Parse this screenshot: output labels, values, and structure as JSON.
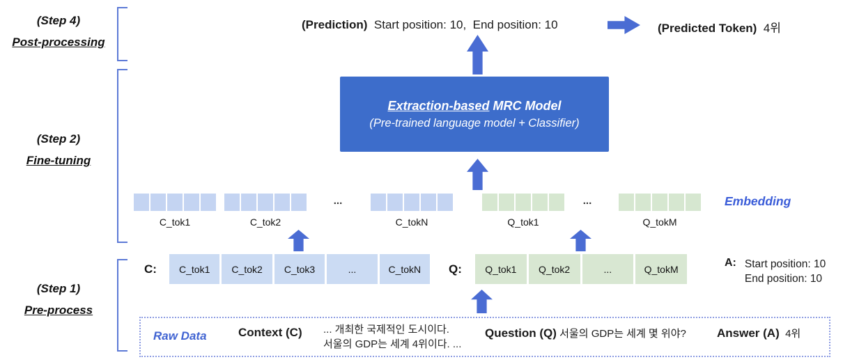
{
  "colors": {
    "arrow_blue": "#4a6cd3",
    "model_box_blue": "#3d6dcb",
    "bracket_blue": "#5c79d6",
    "context_cell_blue": "#cbdbf3",
    "context_square_blue": "#c4d4f2",
    "question_cell_green": "#d8e7d2",
    "question_square_green": "#d6e7d0",
    "accent_text_blue": "#3a5cd8",
    "dotted_border_blue": "#8d9ce2"
  },
  "steps": {
    "step4": {
      "line1": "(Step 4)",
      "line2": "Post-processing"
    },
    "step2": {
      "line1": "(Step 2)",
      "line2": "Fine-tuning"
    },
    "step1": {
      "line1": "(Step 1)",
      "line2": "Pre-process"
    }
  },
  "prediction": {
    "label": "(Prediction)",
    "value": "  Start position: 10,  End position: 10",
    "predicted_token_label": "(Predicted Token)",
    "predicted_token_value": "  4위"
  },
  "model_box": {
    "title_underlined": "Extraction-based",
    "title_rest": " MRC Model",
    "subtitle": "(Pre-trained language model + Classifier)"
  },
  "embedding": {
    "label": "Embedding",
    "group_labels": [
      "C_tok1",
      "C_tok2",
      "C_tokN",
      "Q_tok1",
      "Q_tokM"
    ],
    "ellipsis": "..."
  },
  "tokens": {
    "context_prefix": "C:",
    "context_cells": [
      "C_tok1",
      "C_tok2",
      "C_tok3",
      "...",
      "C_tokN"
    ],
    "question_prefix": "Q:",
    "question_cells": [
      "Q_tok1",
      "Q_tok2",
      "...",
      "Q_tokM"
    ],
    "answer_prefix": "A:",
    "answer_line1": "Start position: 10",
    "answer_line2": "End position: 10"
  },
  "raw_data": {
    "label": "Raw Data",
    "context_label": "Context (C)",
    "context_line1": "... 개최한 국제적인 도시이다.",
    "context_line2": "서울의 GDP는 세계 4위이다. ...",
    "question_label": "Question (Q)",
    "question_text": " 서울의 GDP는 세계 몇 위야?",
    "answer_label": "Answer (A)",
    "answer_text": "  4위"
  }
}
